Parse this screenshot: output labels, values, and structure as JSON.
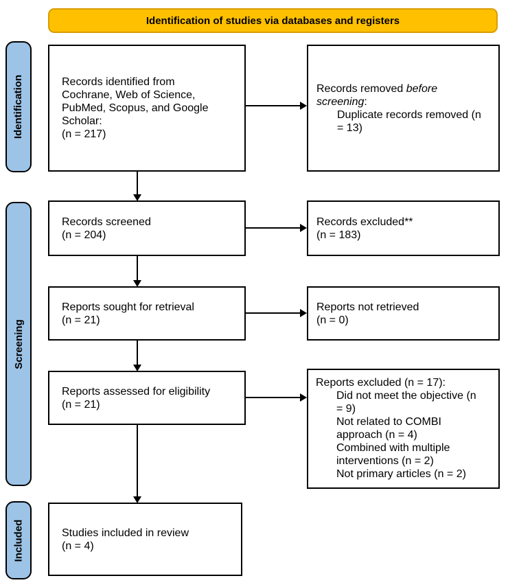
{
  "banner": {
    "title": "Identification of studies via databases and registers"
  },
  "stages": {
    "identification": "Identification",
    "screening": "Screening",
    "included": "Included"
  },
  "boxes": {
    "records_identified": {
      "lines": [
        "Records identified from",
        "Cochrane, Web of Science,",
        "PubMed, Scopus, and Google",
        "Scholar:",
        "(n = 217)"
      ]
    },
    "records_removed": {
      "prefix": "Records removed ",
      "emphasis": "before screening",
      "suffix": ":",
      "sub_item": "Duplicate records removed (n = 13)"
    },
    "records_screened": {
      "label": "Records screened",
      "count": "(n = 204)"
    },
    "records_excluded": {
      "label": "Records excluded**",
      "count": "(n = 183)"
    },
    "reports_sought": {
      "label": "Reports sought for retrieval",
      "count": "(n = 21)"
    },
    "reports_not_retrieved": {
      "label": "Reports not retrieved",
      "count": "(n = 0)"
    },
    "reports_assessed": {
      "label": "Reports assessed for eligibility",
      "count": "(n = 21)"
    },
    "reports_excluded": {
      "title": "Reports excluded (n = 17):",
      "reasons": [
        "Did not meet the objective (n = 9)",
        "Not related to COMBI approach (n = 4)",
        "Combined with multiple interventions (n = 2)",
        "Not primary articles (n = 2)"
      ]
    },
    "studies_included": {
      "label": "Studies included in review",
      "count": "(n = 4)"
    }
  },
  "colors": {
    "banner_fill": "#FFC000",
    "banner_border": "#D99C00",
    "stage_fill": "#9DC3E6",
    "stage_border": "#000000",
    "box_fill": "#FFFFFF",
    "box_border": "#000000",
    "arrow": "#000000",
    "text": "#000000",
    "background": "#FFFFFF"
  }
}
